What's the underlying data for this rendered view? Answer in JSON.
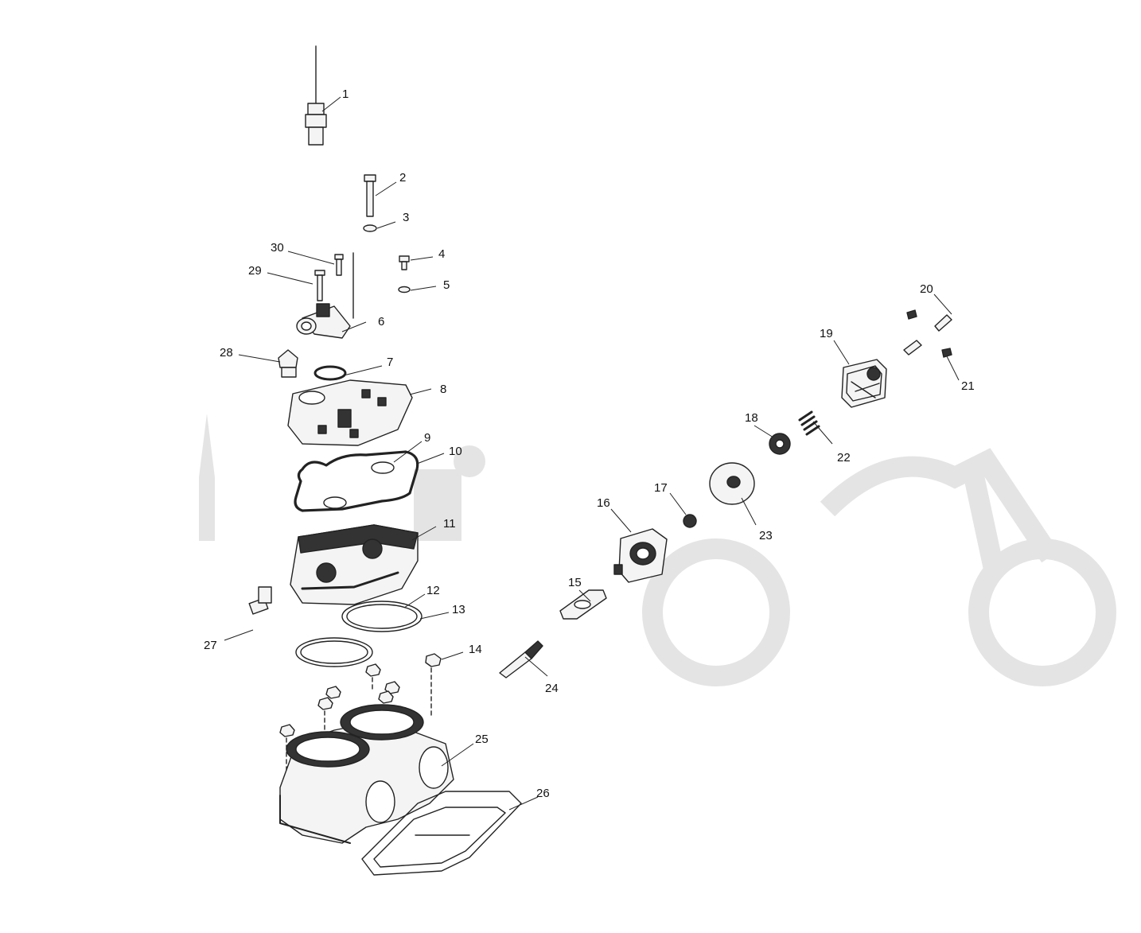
{
  "watermark": {
    "text": "",
    "color": "#e4e4e4"
  },
  "colors": {
    "line": "#222222",
    "part_fill": "#f4f4f4",
    "part_dark": "#333333",
    "background": "#ffffff"
  },
  "callouts": [
    {
      "id": "1",
      "label": "1"
    },
    {
      "id": "2",
      "label": "2"
    },
    {
      "id": "3",
      "label": "3"
    },
    {
      "id": "4",
      "label": "4"
    },
    {
      "id": "5",
      "label": "5"
    },
    {
      "id": "6",
      "label": "6"
    },
    {
      "id": "7",
      "label": "7"
    },
    {
      "id": "8",
      "label": "8"
    },
    {
      "id": "9",
      "label": "9"
    },
    {
      "id": "10",
      "label": "10"
    },
    {
      "id": "11",
      "label": "11"
    },
    {
      "id": "12",
      "label": "12"
    },
    {
      "id": "13",
      "label": "13"
    },
    {
      "id": "14",
      "label": "14"
    },
    {
      "id": "15",
      "label": "15"
    },
    {
      "id": "16",
      "label": "16"
    },
    {
      "id": "17",
      "label": "17"
    },
    {
      "id": "18",
      "label": "18"
    },
    {
      "id": "19",
      "label": "19"
    },
    {
      "id": "20",
      "label": "20"
    },
    {
      "id": "21",
      "label": "21"
    },
    {
      "id": "22",
      "label": "22"
    },
    {
      "id": "23",
      "label": "23"
    },
    {
      "id": "24",
      "label": "24"
    },
    {
      "id": "25",
      "label": "25"
    },
    {
      "id": "26",
      "label": "26"
    },
    {
      "id": "27",
      "label": "27"
    },
    {
      "id": "28",
      "label": "28"
    },
    {
      "id": "29",
      "label": "29"
    },
    {
      "id": "30",
      "label": "30"
    }
  ]
}
